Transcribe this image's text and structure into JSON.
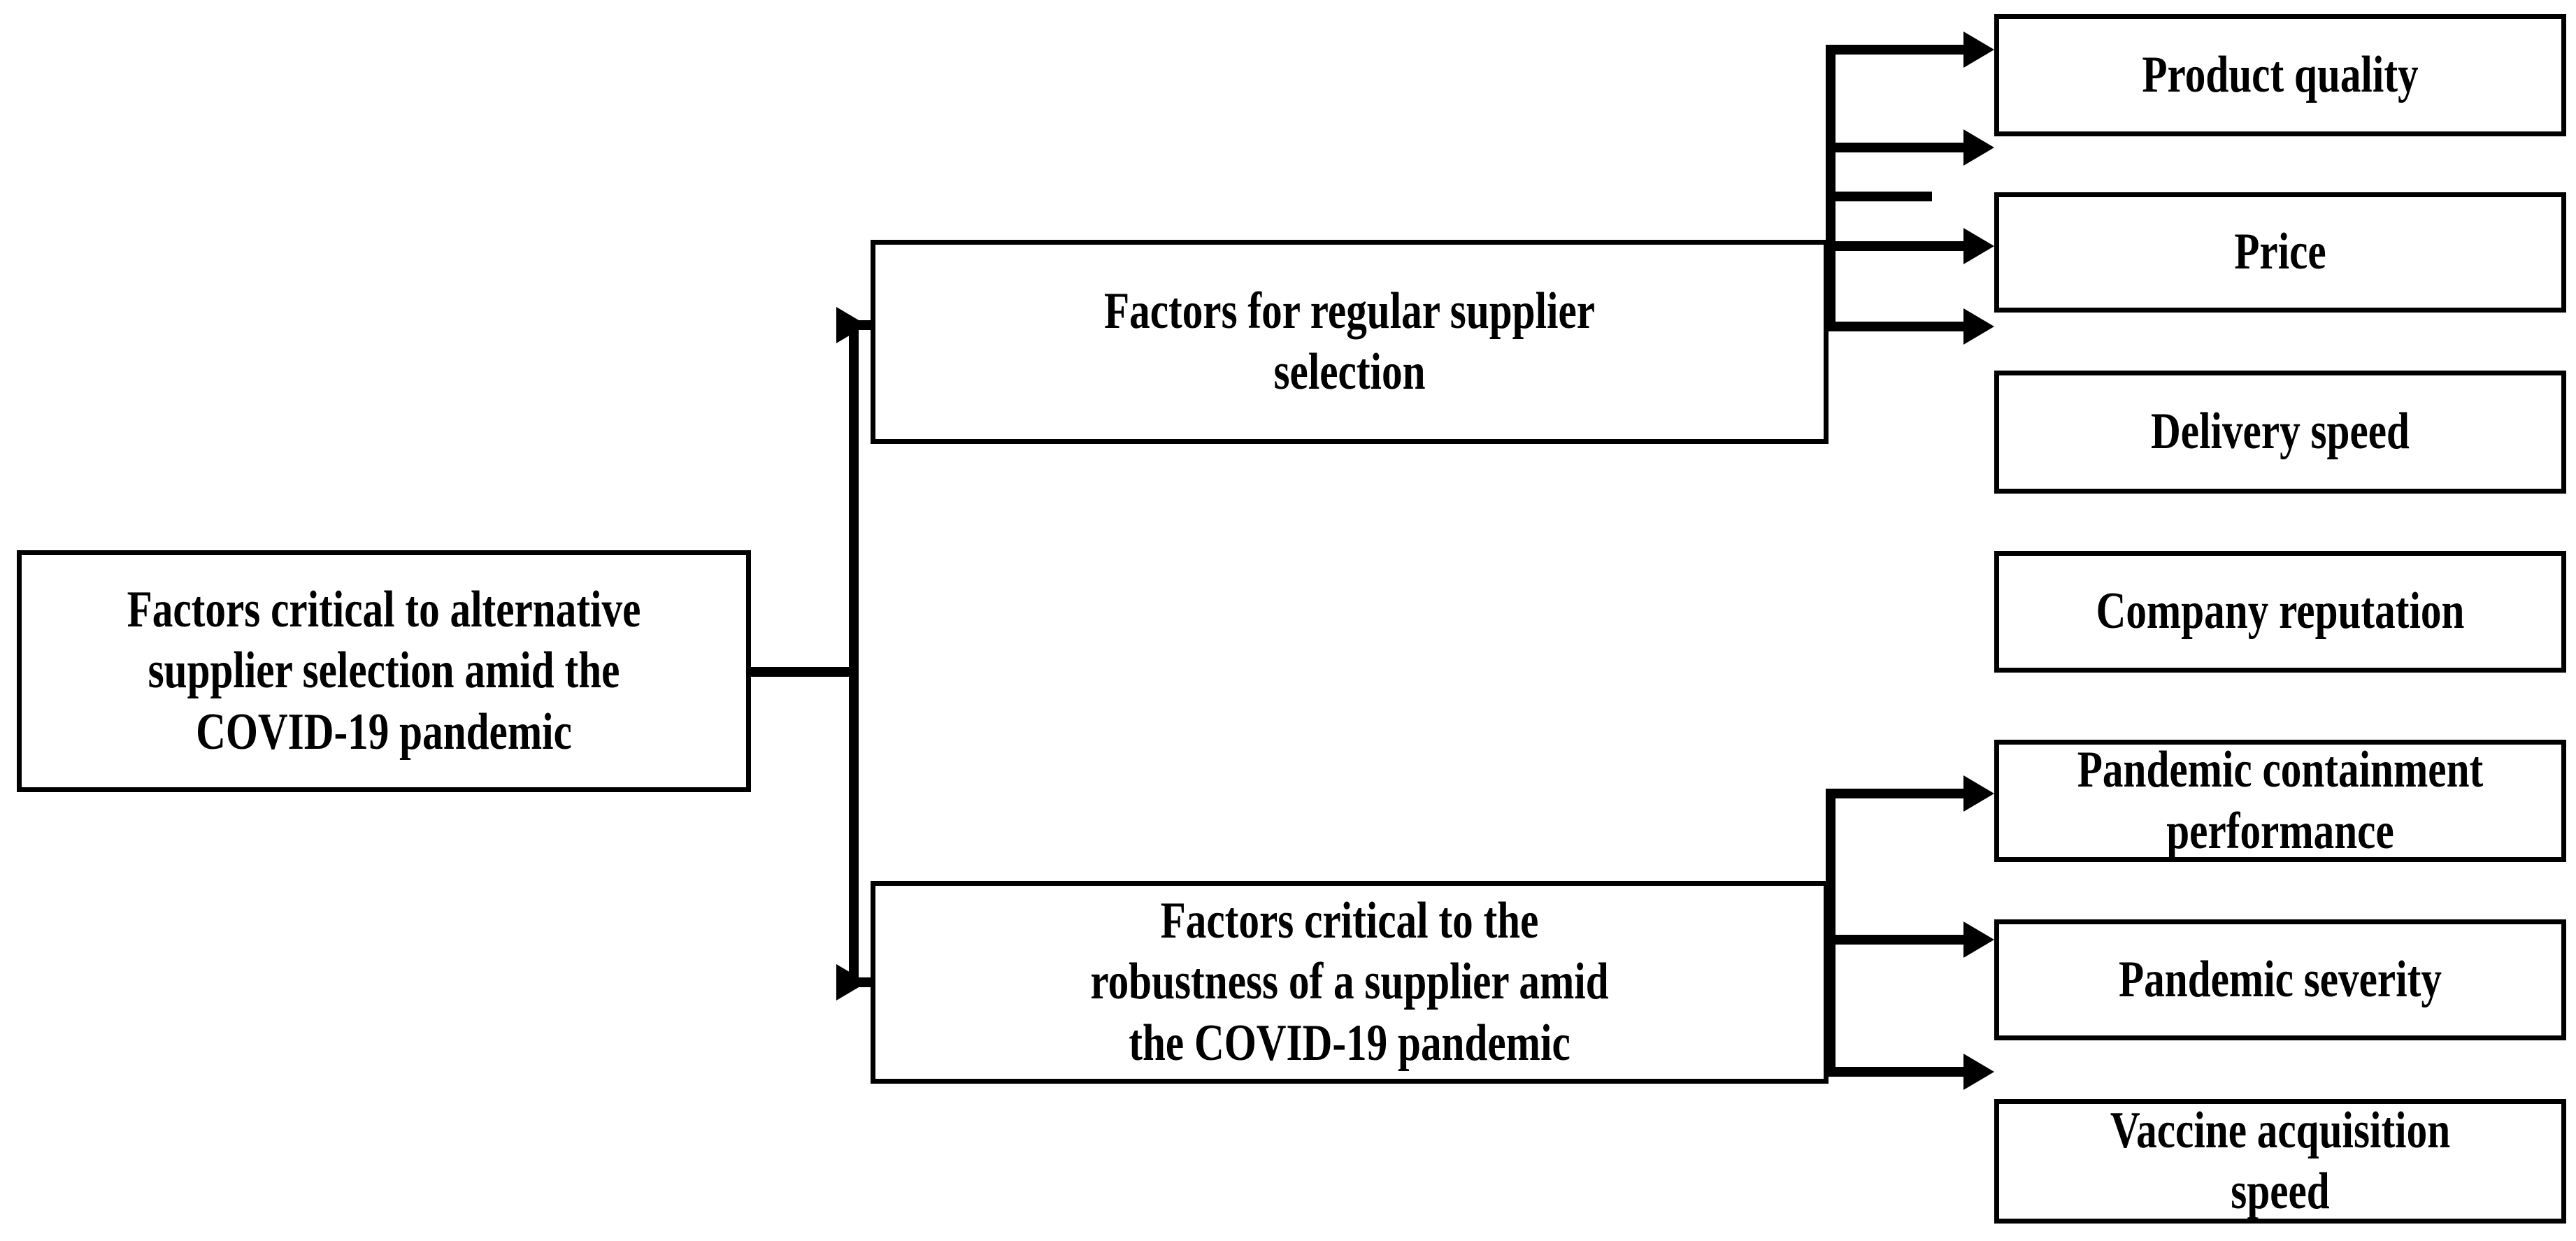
{
  "diagram": {
    "title": "Factors critical to alternative supplier selection amid the COVID-19 pandemic",
    "type": "hierarchy-tree",
    "orientation": "left-to-right",
    "colors": {
      "background": "#ffffff",
      "box_fill": "#ffffff",
      "box_border": "#000000",
      "connector": "#000000",
      "text": "#000000"
    },
    "root": {
      "id": "root",
      "label": "Factors critical to alternative\nsupplier selection amid the\nCOVID-19 pandemic"
    },
    "branches": [
      {
        "id": "branch-regular",
        "label": "Factors for regular supplier\nselection",
        "children": [
          {
            "id": "leaf-product-quality",
            "label": "Product quality"
          },
          {
            "id": "leaf-price",
            "label": "Price"
          },
          {
            "id": "leaf-delivery-speed",
            "label": "Delivery speed"
          },
          {
            "id": "leaf-company-reputation",
            "label": "Company reputation"
          }
        ]
      },
      {
        "id": "branch-robustness",
        "label": "Factors critical to the\nrobustness of a supplier amid\nthe COVID-19 pandemic",
        "children": [
          {
            "id": "leaf-pandemic-containment",
            "label": "Pandemic containment\nperformance"
          },
          {
            "id": "leaf-pandemic-severity",
            "label": "Pandemic severity"
          },
          {
            "id": "leaf-vaccine-speed",
            "label": "Vaccine acquisition\nspeed"
          }
        ]
      }
    ]
  }
}
